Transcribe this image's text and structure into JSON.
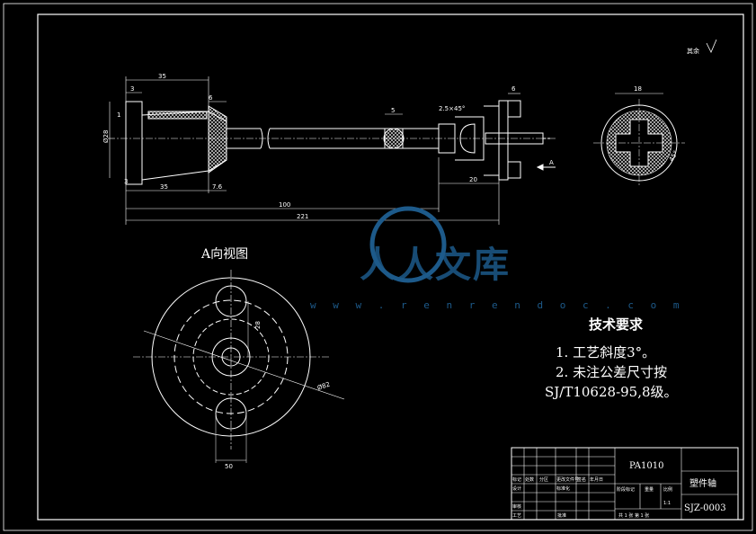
{
  "drawing": {
    "background_color": "#000000",
    "line_color": "#ffffff",
    "watermark_color": "#1d5a8a",
    "roughness_label": "其余",
    "section_mark": "A",
    "view_label": "A向视图",
    "dimensions": {
      "d_overall_left": "35",
      "d_3_top": "3",
      "d_6_top": "6",
      "d_1": "1",
      "d_dia_left": "Ø28",
      "d_3_bottom": "3",
      "d_35": "35",
      "d_7_6": "7.6",
      "d_100": "100",
      "d_221": "221",
      "d_5": "5",
      "d_chamfer": "2.5×45°",
      "d_20": "20",
      "d_6_right": "6",
      "d_18": "18",
      "d_45": "45°",
      "d_28_avw": "28",
      "d_phi": "Ø82",
      "d_50": "50"
    }
  },
  "tech_requirements": {
    "title": "技术要求",
    "line1": "1. 工艺斜度3°。",
    "line2": "2. 未注公差尺寸按",
    "line3": "SJ/T10628-95,8级。"
  },
  "title_block": {
    "material": "PA1010",
    "part_name": "塑件轴",
    "drawing_no": "SJZ-0003",
    "scale": "1:1",
    "sheet": "共 1 张  第 1 张",
    "row_labels": [
      "标记",
      "处数",
      "分区",
      "更改文件号",
      "签名",
      "年月日"
    ],
    "designer": "设计",
    "craft": "工艺",
    "review": "审核",
    "approve": "批准",
    "standardize": "标准化",
    "stage_mark": "阶段标记",
    "weight": "重量",
    "scale_label": "比例"
  },
  "watermark": {
    "text": "人人文库",
    "url": "w w w . r e n r e n d o c . c o m"
  }
}
